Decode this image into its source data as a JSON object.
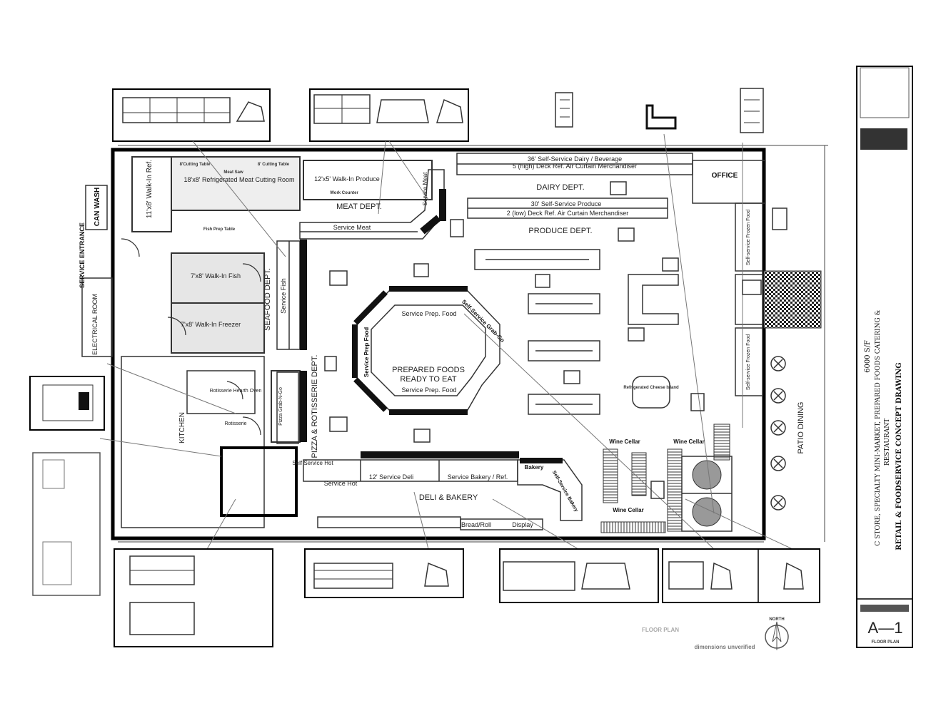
{
  "rooms": {
    "walk_in_ref": "11'x8' Walk-In Ref.",
    "meat_cutting_room": "18'x8' Refrigerated Meat Cutting Room",
    "walk_in_produce": "12'x5' Walk-In Produce",
    "walk_in_fish": "7'x8' Walk-In Fish",
    "walk_in_freezer": "7'x8' Walk-In Freezer",
    "office": "OFFICE",
    "can_wash": "CAN WASH",
    "service_entrance": "SERVICE ENTRANCE",
    "electrical_room": "ELECTRICAL ROOM",
    "kitchen": "KITCHEN",
    "patio_dining": "PATIO DINING"
  },
  "departments": {
    "meat": "MEAT DEPT.",
    "dairy": "DAIRY DEPT.",
    "produce": "PRODUCE DEPT.",
    "seafood": "SEAFOOD DEPT.",
    "pizza": "PIZZA & ROTISSERIE DEPT.",
    "prepared": "PREPARED FOODS",
    "ready": "READY TO EAT",
    "deli_bakery": "DELI & BAKERY"
  },
  "fixtures": {
    "dairy_beverage": "36' Self-Service Dairy / Beverage",
    "dairy_deck": "5 (high) Deck Ref. Air Curtain Merchandiser",
    "self_produce": "30' Self-Service Produce",
    "produce_deck": "2 (low) Deck Ref. Air Curtain Merchandiser",
    "service_meat": "Service Meat",
    "service_meat_v": "Service Meat",
    "service_fish": "Service Fish",
    "service_prep_top": "Service Prep. Food",
    "service_prep_bottom": "Service Prep. Food",
    "self_grab_go": "Self-Service Grab-Go",
    "service_prep_left": "Service Prep Food",
    "self_service_hot": "Self Service Hot",
    "service_hot": "Service Hot",
    "service_deli": "12' Service Deli",
    "service_bakery": "Service Bakery / Ref.",
    "bakery": "Bakery",
    "self_bakery": "Self-Service Bakery",
    "bread_roll": "Bread/Roll",
    "display": "Display",
    "wine_cellar_1": "Wine Cellar",
    "wine_cellar_2": "Wine Cellar",
    "wine_cellar_3": "Wine Cellar",
    "frozen_1": "Self-service Frozen Food",
    "frozen_2": "Self-service Frozen Food",
    "hearth_oven": "Rotisserie Hearth Oven",
    "rotisserie": "Rotisserie",
    "pizza_grab": "Pizza Grab-N-Go",
    "cheese_island": "Refrigerated Cheese Island",
    "cutting_table_1": "8'Cutting Table",
    "cutting_table_2": "8' Cutting Table",
    "meat_saw": "Meat Saw",
    "work_counter": "Work Counter",
    "fish_prep": "Fish Prep Table"
  },
  "title_block": {
    "project_line1": "6000 S/F",
    "project_line2": "C STORE, SPECIALTY MINI-MARKET, PREPARED FOODS CATERING &",
    "project_line3": "RESTAURANT",
    "project_line4": "RETAIL & FOODSERVICE CONCEPT DRAWING",
    "sheet": "A—1",
    "sheet_label": "FLOOR PLAN",
    "plan_label": "FLOOR PLAN",
    "dimensions_note": "dimensions unverified",
    "north": "NORTH"
  }
}
